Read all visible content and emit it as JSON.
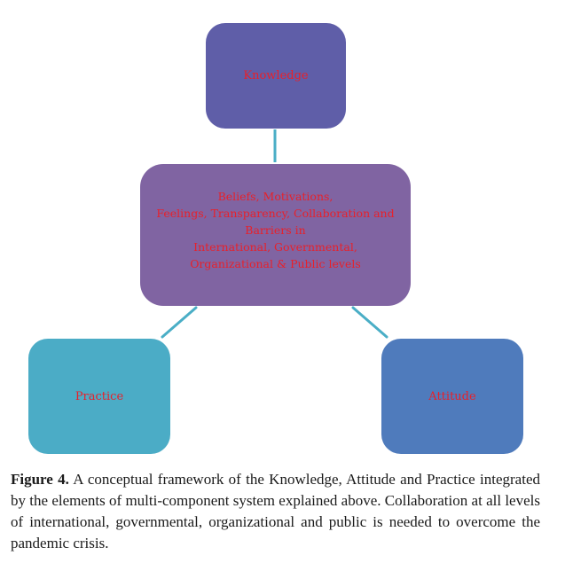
{
  "diagram": {
    "nodes": {
      "knowledge": {
        "label": "Knowledge",
        "color": "#5f5ea8"
      },
      "center": {
        "lines": [
          "Beliefs, Motivations,",
          "Feelings, Transparency, Collaboration and",
          "Barriers in",
          "International, Governmental,",
          "Organizational & Public levels"
        ],
        "color": "#8064a2"
      },
      "practice": {
        "label": "Practice",
        "color": "#4bacc6"
      },
      "attitude": {
        "label": "Attitude",
        "color": "#4f7bbc"
      }
    },
    "text_color": "#e8202a",
    "connector_color": "#4aaec6",
    "edges": [
      {
        "from": "knowledge",
        "to": "center"
      },
      {
        "from": "center",
        "to": "practice"
      },
      {
        "from": "center",
        "to": "attitude"
      }
    ]
  },
  "caption": {
    "label": "Figure 4.",
    "text": " A conceptual framework of the Knowledge, Attitude and Practice integrated by the elements of multi-component system explained above. Collaboration at all levels of international, governmental, organizational and public is needed to overcome the pandemic crisis."
  }
}
